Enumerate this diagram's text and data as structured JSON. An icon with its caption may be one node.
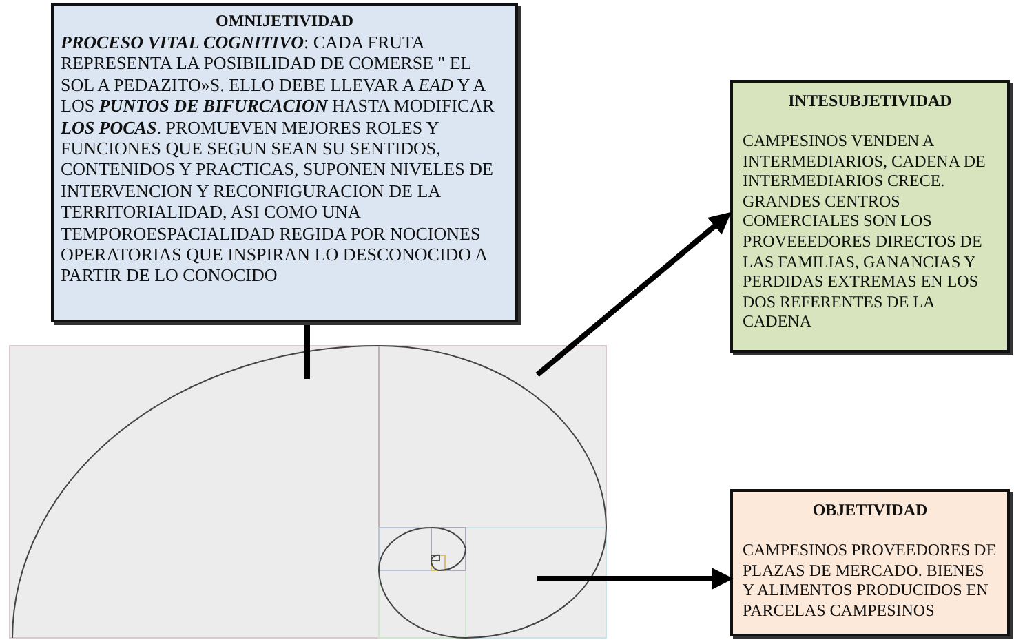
{
  "diagram": {
    "nodes": [
      {
        "text": [
          "OMNIJETIVIDAD",
          "**PROCESO VITAL COGNITIVO**: CADA FRUTA REPRESENTA  LA POSIBILIDAD DE COMERSE \" EL SOL  A PEDAZITO»S. ELLO DEBE LLEVAR A *EAD* Y A LOS  **PUNTOS DE BIFURCACION** HASTA MODIFICAR **LOS POCAS**.   PROMUEVEN MEJORES ROLES Y FUNCIONES QUE SEGUN SEAN SU SENTIDOS, CONTENIDOS Y PRACTICAS, SUPONEN NIVELES DE INTERVENCION Y RECONFIGURACION DE LA TERRITORIALIDAD, ASI COMO UNA TEMPOROESPACIALIDAD REGIDA POR NOCIONES OPERATORIAS QUE INSPIRAN LO DESCONOCIDO A PARTIR DE LO CONOCIDO"
        ]
      },
      {
        "text": [
          "INTESUBJETIVIDAD",
          "CAMPESINOS VENDEN A INTERMEDIARIOS, CADENA DE INTERMEDIARIOS CRECE. GRANDES CENTROS COMERCIALES SON LOS PROVEEEDORES DIRECTOS DE LAS FAMILIAS, GANANCIAS Y PERDIDAS EXTREMAS EN LOS DOS REFERENTES DE LA CADENA"
        ]
      },
      {
        "text": [
          "OBJETIVIDAD",
          "CAMPESINOS PROVEEDORES DE PLAZAS DE MERCADO.  BIENES Y ALIMENTOS PRODUCIDOS EN PARCELAS CAMPESINOS"
        ]
      },
      {
        "text": [],
        "shape": "picture"
      }
    ],
    "edges": [
      {
        "from": 3,
        "to": 0,
        "arrow": "none"
      },
      {
        "from": 3,
        "to": 1,
        "arrow": "to"
      },
      {
        "from": 3,
        "to": 2,
        "arrow": "to"
      }
    ]
  }
}
